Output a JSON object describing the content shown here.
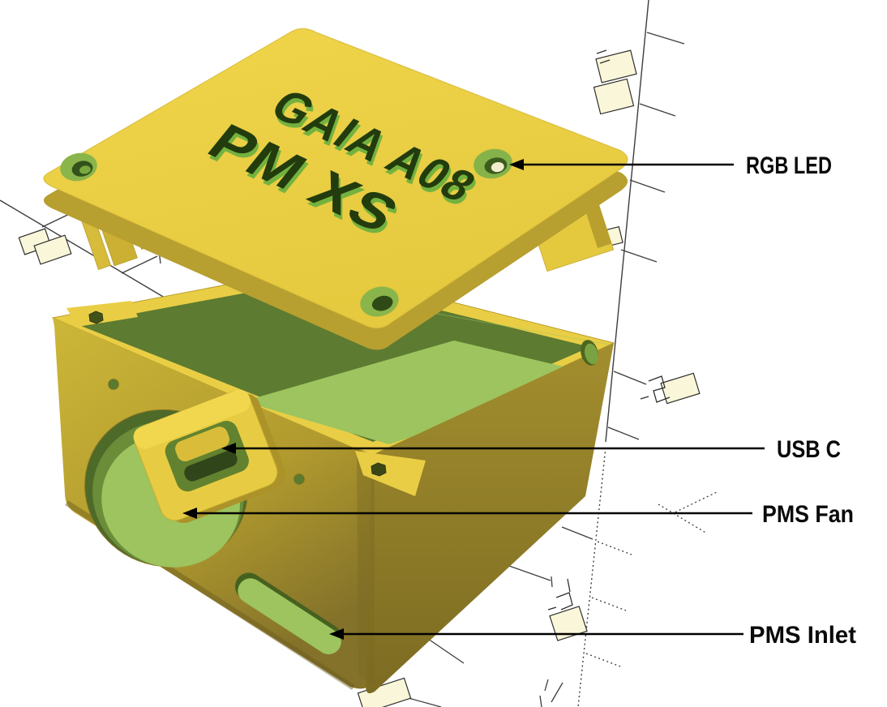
{
  "scene": {
    "description": "3D CAD render of an exploded sensor enclosure (lid lifted above box) over white background with axis tick marks",
    "background_color": "#ffffff"
  },
  "lid": {
    "engraving_line1": "GAIA A08",
    "engraving_line2": "PM XS"
  },
  "annotations": {
    "labels": [
      {
        "text": "RGB LED",
        "target": "countersunk hole in lid"
      },
      {
        "text": "USB C",
        "target": "usb-c cutout bracket on front wall"
      },
      {
        "text": "PMS Fan",
        "target": "round fan opening on front wall"
      },
      {
        "text": "PMS Inlet",
        "target": "slotted air inlet on front wall"
      }
    ]
  },
  "colors": {
    "lid_yellow": "#eed348",
    "lid_edge": "#b79f30",
    "body_yellow": "#c9b236",
    "shadow_face": "#8d7b28",
    "rim_yellow": "#e9ce45",
    "interior_dark_green": "#5d7b31",
    "interior_light_green": "#9dc45e",
    "engraving_green": "#74b23f",
    "engraving_dark": "#223c0e",
    "axis_line": "#3d3d3d",
    "axis_block_fill": "#faf6d9",
    "label_text": "#0a0a0a"
  }
}
